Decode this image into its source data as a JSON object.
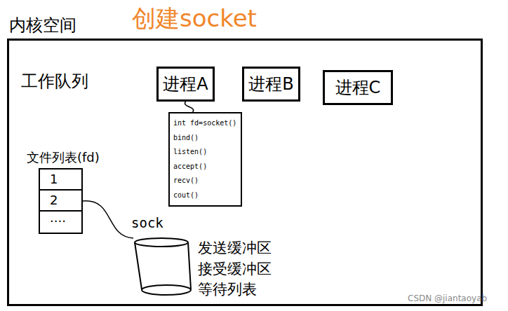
{
  "diagram": {
    "title": "创建socket",
    "nodes": [
      {
        "text": [
          "内核空间"
        ]
      },
      {
        "text": [
          "进程A"
        ],
        "in": 0
      },
      {
        "text": [
          "进程B"
        ],
        "in": 0
      },
      {
        "text": [
          "进程C"
        ],
        "in": 0
      },
      {
        "text": [
          "int fd=socket()",
          "bind()",
          "listen()",
          "accept()",
          "recv()",
          "cout()"
        ],
        "in": 0
      },
      {
        "text": [
          "文件列表(fd)",
          "1",
          "2",
          "····"
        ],
        "in": 0
      },
      {
        "text": [
          "sock",
          "发送缓冲区",
          "接受缓冲区",
          "等待列表"
        ],
        "in": 0
      }
    ],
    "edges": [
      {
        "from": 1,
        "to": 4,
        "arrow": "none"
      },
      {
        "from": 5,
        "to": 6,
        "arrow": "none"
      }
    ],
    "labels": [
      "工作队列",
      "CSDN @jiantaoyab"
    ]
  }
}
